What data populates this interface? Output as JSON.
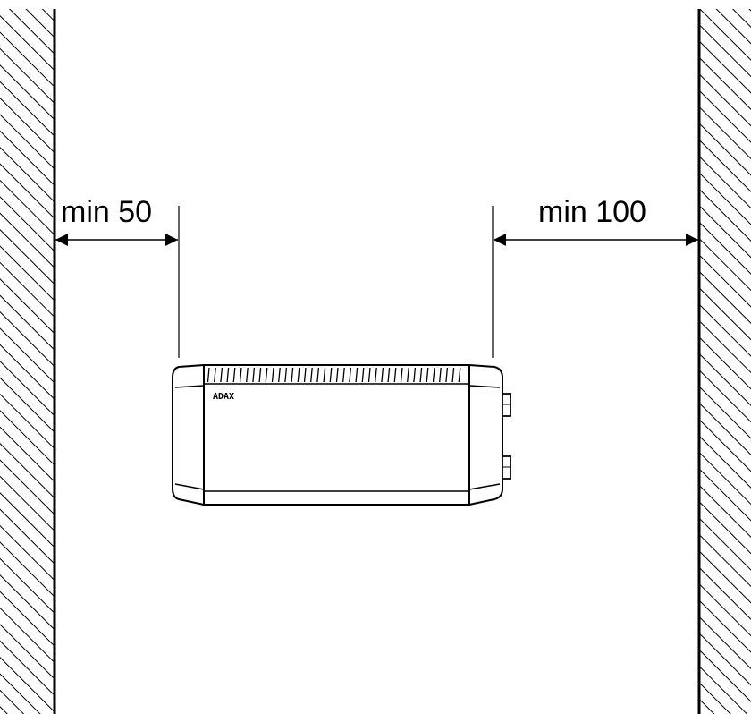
{
  "diagram": {
    "dimensions": {
      "left": {
        "label": "min 50"
      },
      "right": {
        "label": "min 100"
      }
    },
    "heater": {
      "brand_text": "ADAX"
    },
    "colors": {
      "line": "#000000",
      "background": "#ffffff"
    }
  }
}
